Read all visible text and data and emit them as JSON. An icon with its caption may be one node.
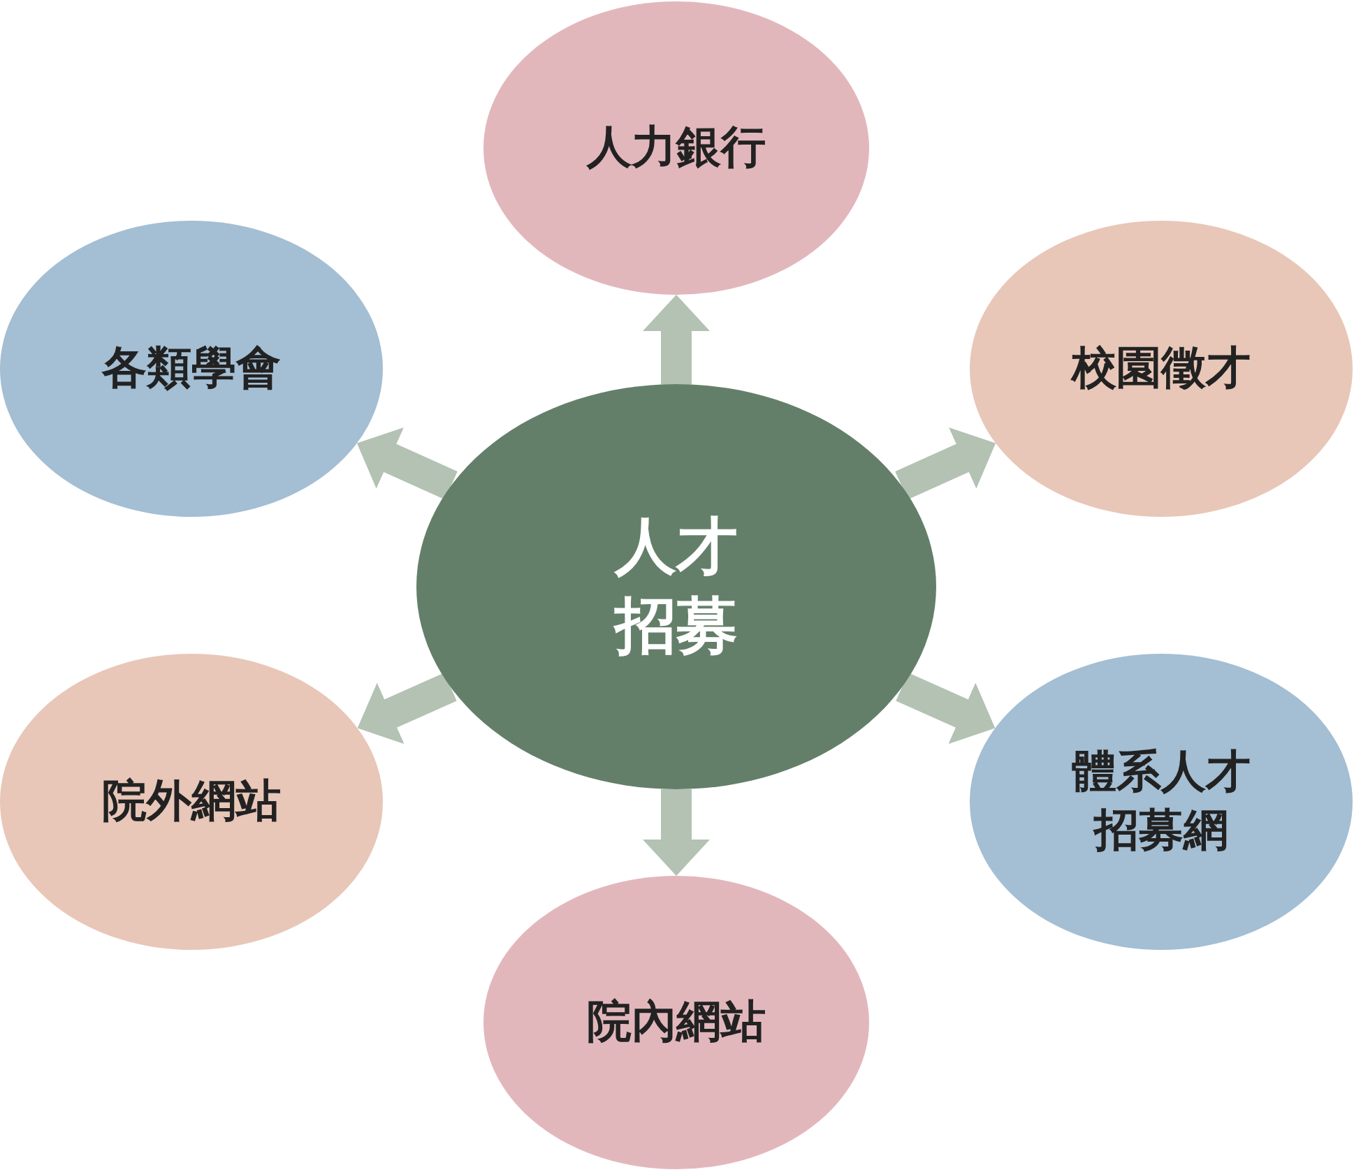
{
  "diagram": {
    "nodes": [
      {
        "text": [
          "人才招募"
        ]
      },
      {
        "text": [
          "人力銀行"
        ]
      },
      {
        "text": [
          "校園徵才"
        ]
      },
      {
        "text": [
          "體系人才招募網"
        ]
      },
      {
        "text": [
          "院內網站"
        ]
      },
      {
        "text": [
          "院外網站"
        ]
      },
      {
        "text": [
          "各類學會"
        ]
      }
    ],
    "edges": [
      {
        "from": 0,
        "to": 1,
        "arrow": "to"
      },
      {
        "from": 0,
        "to": 2,
        "arrow": "to"
      },
      {
        "from": 0,
        "to": 3,
        "arrow": "to"
      },
      {
        "from": 0,
        "to": 4,
        "arrow": "to"
      },
      {
        "from": 0,
        "to": 5,
        "arrow": "to"
      },
      {
        "from": 0,
        "to": 6,
        "arrow": "to"
      }
    ]
  }
}
